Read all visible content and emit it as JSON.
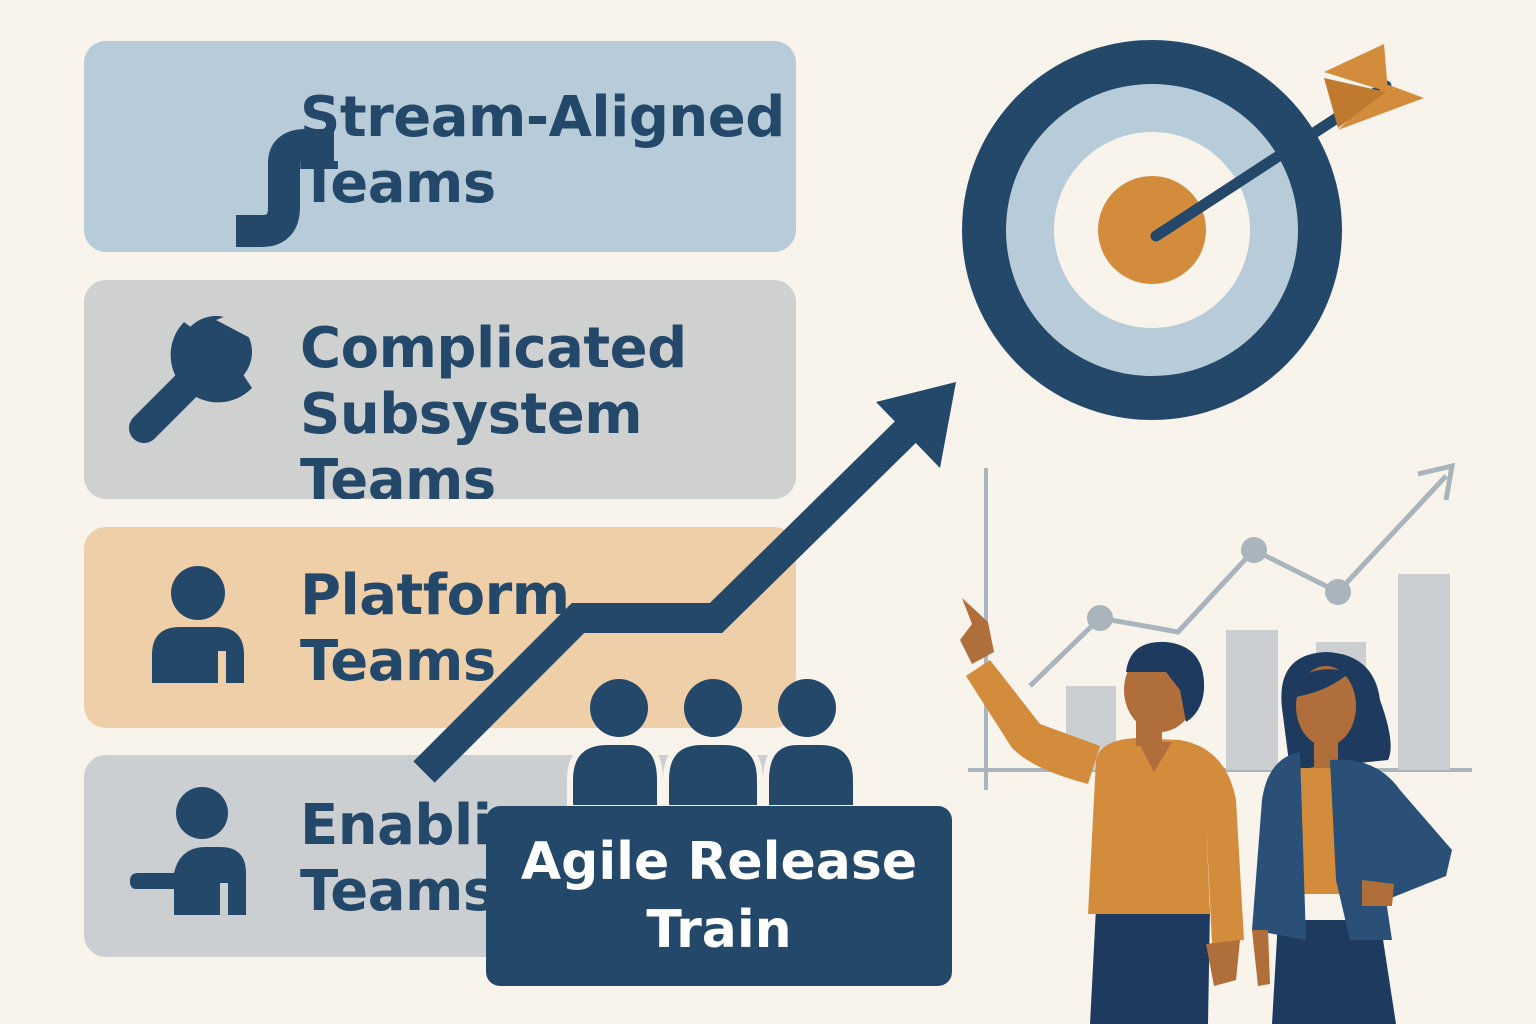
{
  "team_types": [
    {
      "label_lines": [
        "Stream-Aligned",
        "Teams"
      ],
      "icon": "s-curve-icon",
      "color": "#b8cbd9"
    },
    {
      "label_lines": [
        "Complicated",
        "Subsystem",
        "Teams"
      ],
      "icon": "wrench-icon",
      "color": "#cfd1d0"
    },
    {
      "label_lines": [
        "Platform",
        "Teams"
      ],
      "icon": "person-icon",
      "color": "#efcfa8"
    },
    {
      "label_lines": [
        "Enabling",
        "Teams"
      ],
      "icon": "person-pointing-icon",
      "color": "#cbcfd1"
    }
  ],
  "train": {
    "label_lines": [
      "Agile Release",
      "Train"
    ]
  },
  "colors": {
    "navy": "#244869",
    "orange": "#d28c3c",
    "light_blue": "#b8cbd9",
    "background": "#f8f4ec"
  },
  "icons": [
    "target-icon",
    "arrow-icon",
    "growth-arrow-icon",
    "line-chart-icon",
    "team-group-icon",
    "man-pointing-icon",
    "woman-icon"
  ]
}
